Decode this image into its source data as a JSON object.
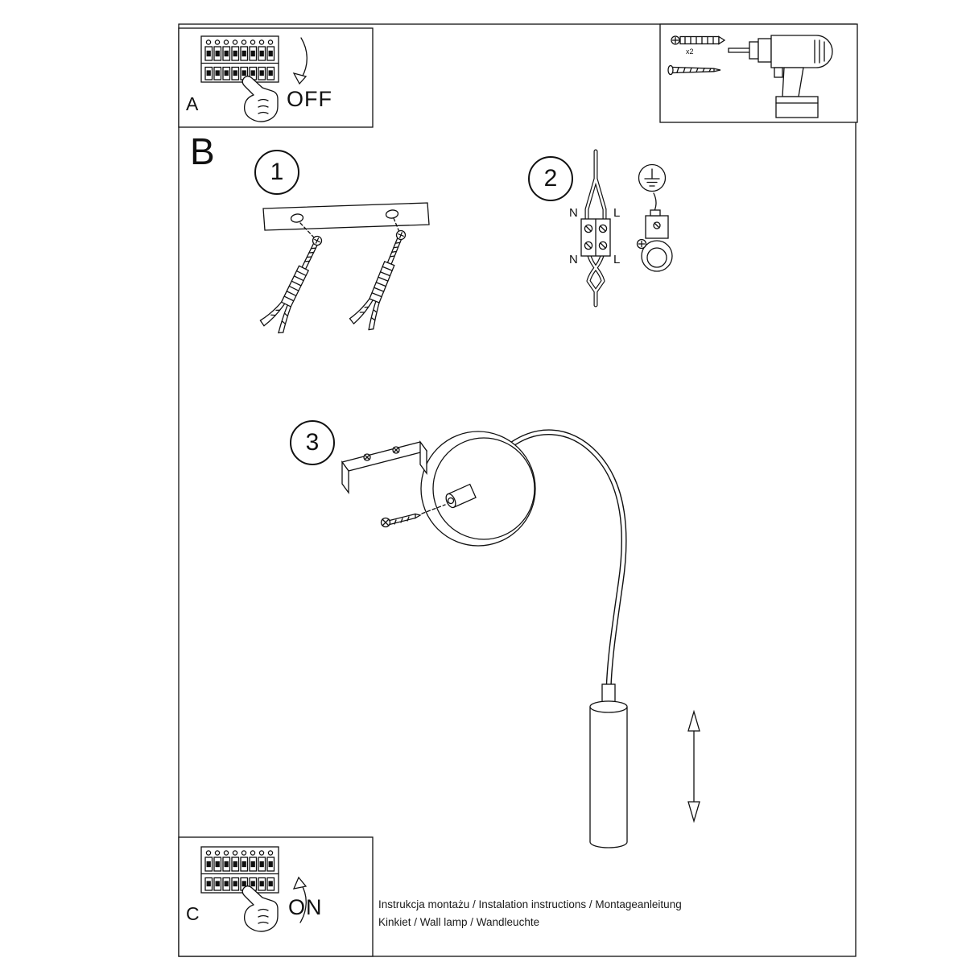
{
  "colors": {
    "line": "#111111",
    "paper": "#ffffff"
  },
  "section_label": "B",
  "steps": [
    "1",
    "2",
    "3"
  ],
  "panels": {
    "a": {
      "label": "A",
      "state": "OFF"
    },
    "c": {
      "label": "C",
      "state": "ON"
    }
  },
  "tools": {
    "anchor_count": "x2"
  },
  "wiring": {
    "n_top": "N",
    "l_top": "L",
    "n_bottom": "N",
    "l_bottom": "L"
  },
  "footer": {
    "line1": "Instrukcja montażu / Instalation instructions / Montageanleitung",
    "line2": "Kinkiet / Wall lamp / Wandleuchte"
  }
}
